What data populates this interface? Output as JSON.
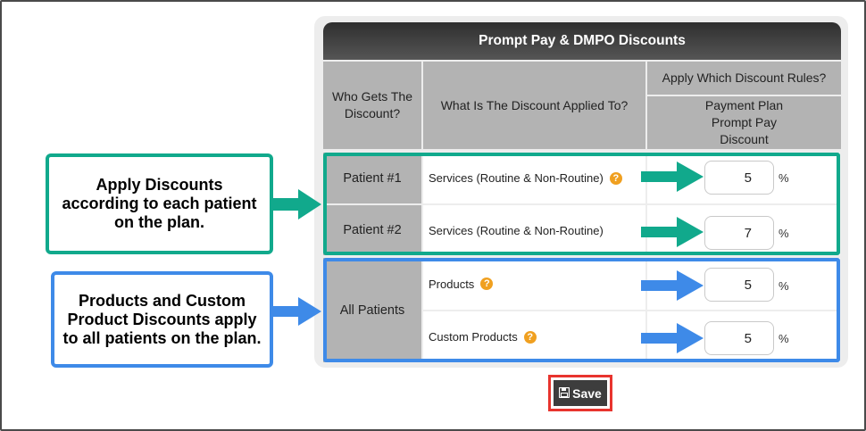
{
  "panel": {
    "title": "Prompt Pay & DMPO Discounts"
  },
  "headers": {
    "who": "Who Gets The Discount?",
    "what": "What Is The Discount Applied To?",
    "rules": "Apply Which Discount Rules?",
    "payment_plan": "Payment Plan Prompt Pay Discount"
  },
  "rows": [
    {
      "who": "Patient #1",
      "applied_to": "Services (Routine & Non-Routine)",
      "value": "5",
      "unit": "%"
    },
    {
      "who": "Patient #2",
      "applied_to": "Services (Routine & Non-Routine)",
      "value": "7",
      "unit": "%"
    },
    {
      "who": "All Patients",
      "applied_to": "Products",
      "value": "5",
      "unit": "%"
    },
    {
      "applied_to": "Custom Products",
      "value": "5",
      "unit": "%"
    }
  ],
  "callouts": {
    "green": "Apply Discounts according to each patient on the plan.",
    "blue": "Products and Custom Product Discounts apply to all patients on the plan."
  },
  "save_label": "Save",
  "colors": {
    "green": "#11a98c",
    "blue": "#3e8ae8",
    "highlight": "#e8342e",
    "help": "#f0a020"
  },
  "icons": {
    "help": "question-circle-icon",
    "save": "floppy-disk-icon"
  }
}
